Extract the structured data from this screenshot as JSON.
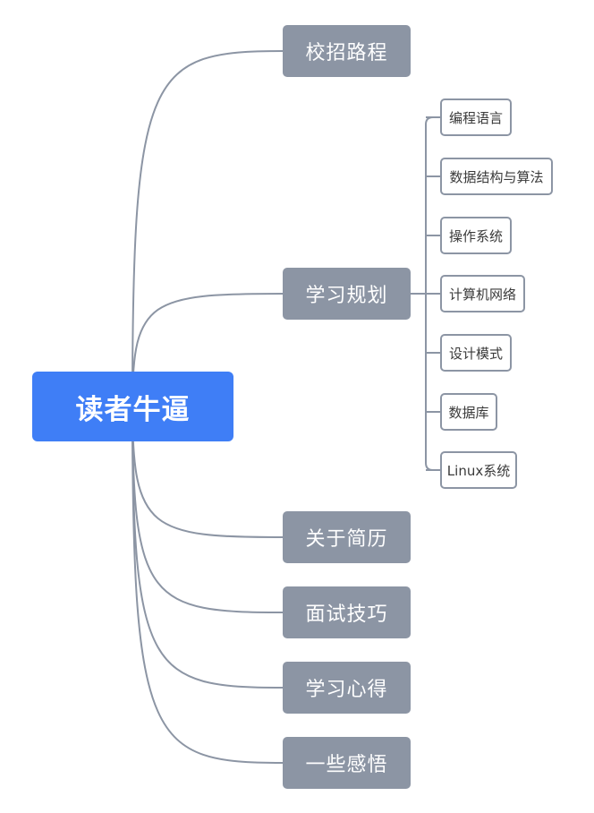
{
  "mindmap": {
    "root": {
      "label": "读者牛逼",
      "color": "#3f7ef6"
    },
    "branch_color": "#8c95a4",
    "connector_color": "#8c95a4",
    "branches": [
      {
        "label": "校招路程"
      },
      {
        "label": "学习规划",
        "children": [
          {
            "label": "编程语言"
          },
          {
            "label": "数据结构与算法"
          },
          {
            "label": "操作系统"
          },
          {
            "label": "计算机网络"
          },
          {
            "label": "设计模式"
          },
          {
            "label": "数据库"
          },
          {
            "label": "Linux系统"
          }
        ]
      },
      {
        "label": "关于简历"
      },
      {
        "label": "面试技巧"
      },
      {
        "label": "学习心得"
      },
      {
        "label": "一些感悟"
      }
    ]
  }
}
